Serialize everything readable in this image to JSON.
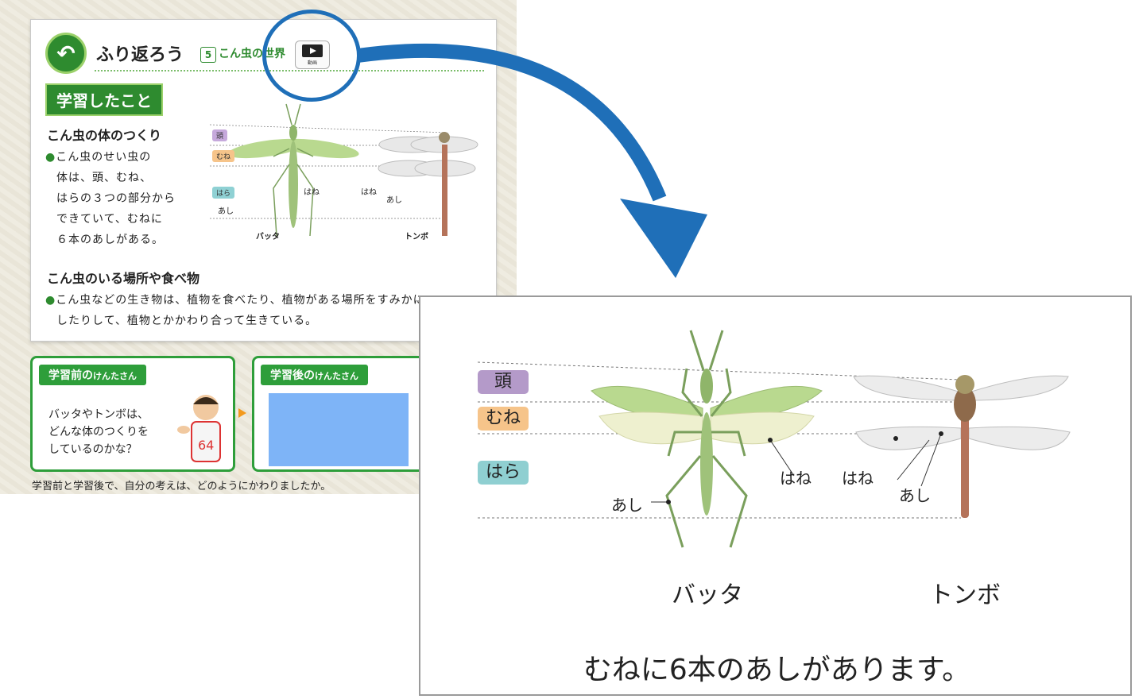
{
  "book": {
    "title": "ふり返ろう",
    "section_number": "5",
    "section_title": "こん虫の世界",
    "video_label": "動画",
    "learned_badge": "学習したこと",
    "heading_body": "こん虫の体のつくり",
    "body_text_lines": [
      "こん虫のせい虫の",
      "体は、頭、むね、",
      "はらの３つの部分から",
      "できていて、むねに",
      "６本のあしがある。"
    ],
    "heading_habitat": "こん虫のいる場所や食べ物",
    "habitat_lines": [
      "こん虫などの生き物は、植物を食べたり、植物がある場所をすみかに",
      "したりして、植物とかかわり合って生きている。"
    ],
    "mini_figure": {
      "tags": [
        "頭",
        "むね",
        "はら"
      ],
      "labels": {
        "wing_left": "はね",
        "leg_left": "あし",
        "wing_right": "はね",
        "leg_right": "あし"
      },
      "names": [
        "バッタ",
        "トンボ"
      ]
    },
    "panel_before": {
      "title": "学習前の",
      "title_name": "けんた",
      "title_suffix": "さん",
      "text_lines": [
        "バッタやトンボは、",
        "どんな体のつくりを",
        "しているのかな？"
      ]
    },
    "panel_after": {
      "title": "学習後の",
      "title_name": "けんた",
      "title_suffix": "さん"
    },
    "footer_question": "学習前と学習後で、自分の考えは、どのようにかわりましたか。"
  },
  "zoom": {
    "tags": [
      {
        "label": "頭",
        "color": "#b49ac9"
      },
      {
        "label": "むね",
        "color": "#f6c48a"
      },
      {
        "label": "はら",
        "color": "#8fcfd1"
      }
    ],
    "labels": {
      "grasshopper_wing": "はね",
      "grasshopper_leg": "あし",
      "dragonfly_wing": "はね",
      "dragonfly_leg": "あし"
    },
    "names": {
      "grasshopper": "バッタ",
      "dragonfly": "トンボ"
    },
    "caption": "むねに6本のあしがあります。"
  },
  "colors": {
    "accent_green": "#2e8b2f",
    "highlight_blue": "#1f6fb8"
  }
}
